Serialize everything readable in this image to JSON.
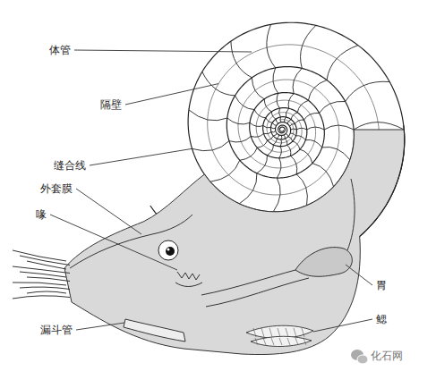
{
  "diagram": {
    "labels": [
      "体管",
      "隔壁",
      "缝合线",
      "外套膜",
      "喙",
      "漏斗管",
      "胃",
      "鳃",
      "化石网"
    ]
  }
}
